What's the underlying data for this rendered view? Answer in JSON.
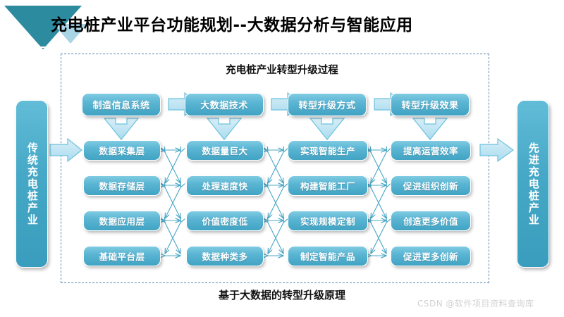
{
  "header": {
    "title": "充电桩产业平台功能规划--大数据分析与智能应用",
    "logo_icon": "double-triangle-logo",
    "logo_colors": {
      "large": "#2d8ba0",
      "small": "#a9d4e4"
    }
  },
  "diagram": {
    "inner_title": "充电桩产业转型升级过程",
    "bottom_caption": "基于大数据的转型升级原理",
    "dashed_border_color": "#5b89b5",
    "node_fill_top": "#7fcbe2",
    "node_fill_bottom": "#41a3c3",
    "arrow_color": "#4aa7c6",
    "side_left": "传统充电桩产业",
    "side_right": "先进充电桩产业",
    "columns": [
      {
        "header": "制造信息系统",
        "items": [
          "数据采集层",
          "数据存储层",
          "数据应用层",
          "基础平台层"
        ]
      },
      {
        "header": "大数据技术",
        "items": [
          "数据量巨大",
          "处理速度快",
          "价值密度低",
          "数据种类多"
        ]
      },
      {
        "header": "转型升级方式",
        "items": [
          "实现智能生产",
          "构建智能工厂",
          "实现规模定制",
          "制定智能产品"
        ]
      },
      {
        "header": "转型升级效果",
        "items": [
          "提高运营效率",
          "促进组织创新",
          "创造更多价值",
          "促进更多创新"
        ]
      }
    ]
  },
  "watermark": "CSDN  @软件项目资料查询库"
}
